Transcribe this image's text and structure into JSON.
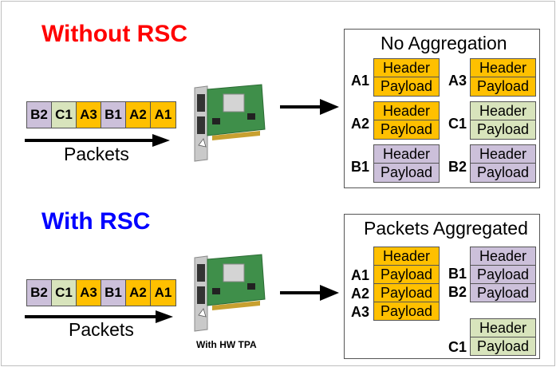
{
  "top": {
    "title": "Without RSC",
    "title_color": "#ff0000",
    "packets": [
      {
        "label": "B2",
        "color": "#ccc0da"
      },
      {
        "label": "C1",
        "color": "#d8e4bc"
      },
      {
        "label": "A3",
        "color": "#ffc000"
      },
      {
        "label": "B1",
        "color": "#ccc0da"
      },
      {
        "label": "A2",
        "color": "#ffc000"
      },
      {
        "label": "A1",
        "color": "#ffc000"
      }
    ],
    "packets_label": "Packets",
    "panel": {
      "title": "No Aggregation",
      "groups": [
        {
          "tag": "A1",
          "header": "Header",
          "payload": "Payload"
        },
        {
          "tag": "A3",
          "header": "Header",
          "payload": "Payload"
        },
        {
          "tag": "A2",
          "header": "Header",
          "payload": "Payload"
        },
        {
          "tag": "C1",
          "header": "Header",
          "payload": "Payload"
        },
        {
          "tag": "B1",
          "header": "Header",
          "payload": "Payload"
        },
        {
          "tag": "B2",
          "header": "Header",
          "payload": "Payload"
        }
      ]
    }
  },
  "bottom": {
    "title": "With RSC",
    "title_color": "#0000ff",
    "packets": [
      {
        "label": "B2",
        "color": "#ccc0da"
      },
      {
        "label": "C1",
        "color": "#d8e4bc"
      },
      {
        "label": "A3",
        "color": "#ffc000"
      },
      {
        "label": "B1",
        "color": "#ccc0da"
      },
      {
        "label": "A2",
        "color": "#ffc000"
      },
      {
        "label": "A1",
        "color": "#ffc000"
      }
    ],
    "packets_label": "Packets",
    "nic_caption": "With HW TPA",
    "panel": {
      "title": "Packets Aggregated",
      "a_group": {
        "header": "Header",
        "rows": [
          {
            "tag": "A1",
            "payload": "Payload"
          },
          {
            "tag": "A2",
            "payload": "Payload"
          },
          {
            "tag": "A3",
            "payload": "Payload"
          }
        ]
      },
      "b_group": {
        "header": "Header",
        "rows": [
          {
            "tag": "B1",
            "payload": "Payload"
          },
          {
            "tag": "B2",
            "payload": "Payload"
          }
        ]
      },
      "c_group": {
        "header": "Header",
        "rows": [
          {
            "tag": "C1",
            "payload": "Payload"
          }
        ]
      }
    }
  },
  "colors": {
    "group_a": "#ffc000",
    "group_b": "#ccc0da",
    "group_c": "#d8e4bc",
    "nic_board": "#3f8f4a"
  }
}
